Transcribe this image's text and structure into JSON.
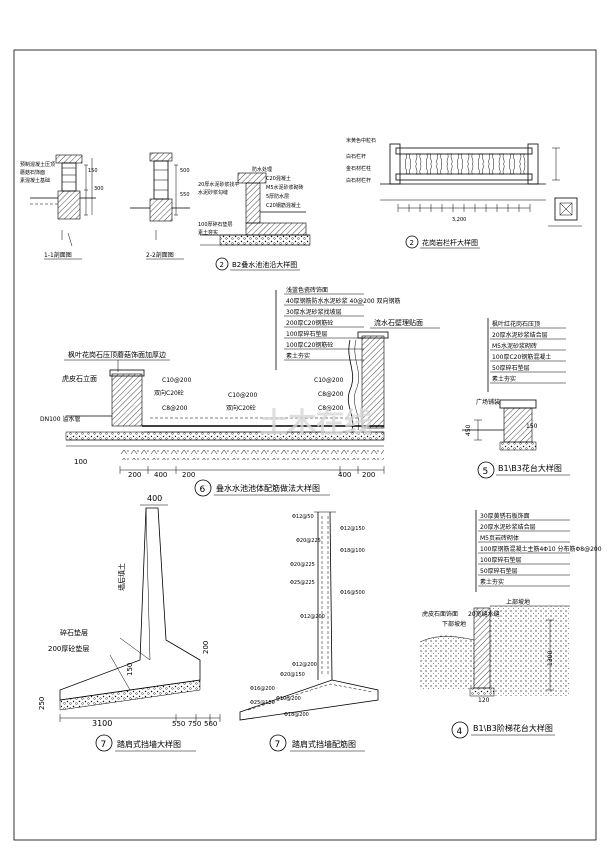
{
  "drawings": {
    "d1": {
      "sec1": "1-1剖面图",
      "sec2": "2-2剖面图",
      "labels": [
        "预制混凝土压顶",
        "蘑菇石饰面",
        "素混凝土基础",
        "150",
        "300",
        "500",
        "550"
      ],
      "num": "2",
      "title": "B2叠水池池沿大样图"
    },
    "d2": {
      "labels": [
        "防水处理",
        "C20混凝土",
        "M5水泥砂浆砌砖",
        "5厚防水层",
        "C20钢筋混凝土",
        "100厚碎石垫层",
        "素土夯实",
        "20厚水泥砂浆找平",
        "水泥砂浆勾缝"
      ],
      "num": "2"
    },
    "d3": {
      "labels": [
        "米黄色中粒石",
        "白石栏杆",
        "金石材栏柱",
        "白石材栏杆",
        "3,200"
      ],
      "title": "花岗岩栏杆大样图",
      "num": "2"
    },
    "d4": {
      "layers": [
        "浅蓝色瓷砖饰面",
        "40厚钢筋防水水泥砂浆 40@200 双向钢筋",
        "30厚水泥砂浆找坡层",
        "200厚C20钢筋砼",
        "100厚碎石垫层",
        "100厚C20钢筋砼",
        "素土夯实"
      ],
      "top_right": "流水石壁理贴面",
      "left_note": "枫叶花岗石压顶蘑菇饰面加厚边",
      "rock": "虎皮石立面",
      "pipe": "DN100 溢水管",
      "rebar": [
        "C10@200",
        "C10@200",
        "C10@200",
        "C8@200",
        "C8@200",
        "C8@200"
      ],
      "concrete": [
        "双向C20砼",
        "双向C20砼"
      ],
      "dims": [
        "100",
        "200",
        "400",
        "200",
        "400",
        "200"
      ],
      "num": "6",
      "title": "叠水水池池体配筋做法大样图"
    },
    "d5": {
      "layers": [
        "枫叶红花岗石压顶",
        "20厚水泥砂浆结合层",
        "M5水泥砂浆砌砖",
        "100厚C20钢筋混凝土",
        "50厚碎石垫层",
        "素土夯实"
      ],
      "labels": [
        "广场铺装",
        "450",
        "150"
      ],
      "num": "5",
      "title": "B1\\B3花台大样图"
    },
    "d6": {
      "top": "400",
      "side": "墙后填土",
      "gravel": "碎石垫层",
      "base": "200厚砼垫层",
      "dims": [
        "150",
        "250",
        "200",
        "3100",
        "550",
        "750",
        "560"
      ],
      "num": "7",
      "title": "踏肩式挡墙大样图"
    },
    "d7": {
      "rebar": [
        "Φ12@50",
        "Φ12@150",
        "Φ20@225",
        "Φ18@100",
        "Φ20@225",
        "Φ25@225",
        "Φ16@500",
        "Φ12@200",
        "Φ12@200",
        "Φ20@150",
        "Φ16@200",
        "Φ25@150",
        "Φ18@200",
        "Φ10@200"
      ],
      "num": "7",
      "title": "踏肩式挡墙配筋图"
    },
    "d8": {
      "layers": [
        "30厚黄锈石板饰面",
        "20厚水泥砂浆结合层",
        "M5页岩砖砌体",
        "100厚钢筋混凝土主筋4Φ10 分布筋Φ8@200",
        "100厚碎石垫层",
        "50厚碎石垫层",
        "素土夯实"
      ],
      "labels": [
        "上部坡地",
        "下部坡地",
        "虎皮石面饰面",
        "20宽缝水缝",
        "120",
        "1300"
      ],
      "num": "4",
      "title": "B1\\B3阶梯花台大样图"
    },
    "watermark": "土木在线"
  }
}
